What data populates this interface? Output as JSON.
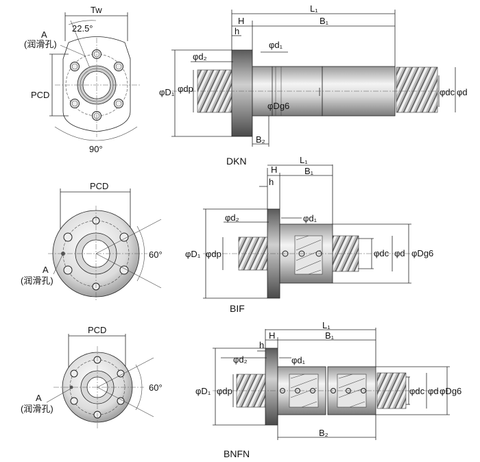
{
  "dkn": {
    "caption": "DKN",
    "tw": "Tw",
    "angle": "22.5°",
    "pcd": "PCD",
    "angle2": "90°",
    "a": "A",
    "lub": "(润滑孔)",
    "L1": "L₁",
    "B1": "B₁",
    "H": "H",
    "h": "h",
    "d1": "φd₁",
    "d2": "φd₂",
    "D1": "φD₁",
    "dp": "φdp",
    "Dg6": "φDg6",
    "dc": "φdc",
    "d": "φd",
    "B2": "B₂"
  },
  "bif": {
    "caption": "BIF",
    "pcd": "PCD",
    "angle": "60°",
    "a": "A",
    "lub": "(润滑孔)",
    "L1": "L₁",
    "B1": "B₁",
    "H": "H",
    "h": "h",
    "d1": "φd₁",
    "d2": "φd₂",
    "D1": "φD₁",
    "dp": "φdp",
    "dc": "φdc",
    "d": "φd",
    "Dg6": "φDg6"
  },
  "bnfn": {
    "caption": "BNFN",
    "pcd": "PCD",
    "angle": "60°",
    "a": "A",
    "lub": "(润滑孔)",
    "L1": "L₁",
    "B1": "B₁",
    "H": "H",
    "h": "h",
    "d1": "φd₁",
    "d2": "φd₂",
    "D1": "φD₁",
    "dp": "φdp",
    "dc": "φdc",
    "d": "φd",
    "Dg6": "φDg6",
    "B2": "B₂"
  }
}
